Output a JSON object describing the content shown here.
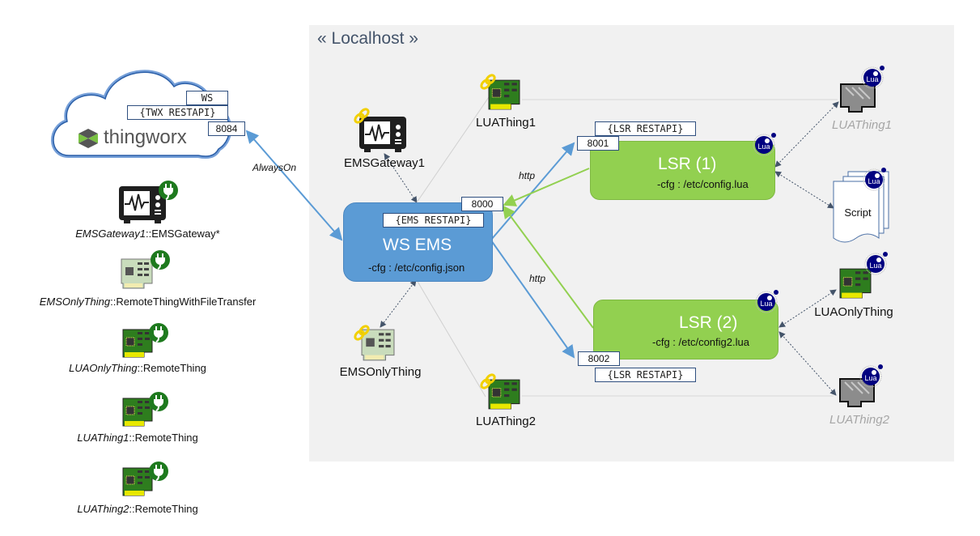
{
  "localhost": {
    "title": "« Localhost »"
  },
  "cloud": {
    "brand": "thingworx",
    "labels": {
      "ws": "WS",
      "restapi": "{TWX RESTAPI}",
      "port": "8084"
    }
  },
  "left_panel": {
    "items": [
      {
        "name_italic": "EMSGateway1",
        "type": "::EMSGateway*",
        "icon": "monitor-icon"
      },
      {
        "name_italic": "EMSOnlyThing",
        "type": "::RemoteThingWithFileTransfer",
        "icon": "circuit-board-light-icon"
      },
      {
        "name_italic": "LUAOnlyThing",
        "type": "::RemoteThing",
        "icon": "circuit-board-icon"
      },
      {
        "name_italic": "LUAThing1",
        "type": "::RemoteThing",
        "icon": "circuit-board-icon"
      },
      {
        "name_italic": "LUAThing2",
        "type": "::RemoteThing",
        "icon": "circuit-board-icon"
      }
    ]
  },
  "edges": {
    "always_on": "AlwaysOn",
    "http1": "http",
    "http2": "http"
  },
  "ems": {
    "title": "WS EMS",
    "cfg": "-cfg : /etc/config.json",
    "restapi": "{EMS RESTAPI}",
    "port": "8000"
  },
  "lsr1": {
    "title": "LSR (1)",
    "cfg": "-cfg : /etc/config.lua",
    "restapi": "{LSR RESTAPI}",
    "port": "8001"
  },
  "lsr2": {
    "title": "LSR (2)",
    "cfg": "-cfg : /etc/config2.lua",
    "restapi": "{LSR RESTAPI}",
    "port": "8002"
  },
  "local_things": {
    "ems_gateway": "EMSGateway1",
    "lua_thing1": "LUAThing1",
    "ems_only": "EMSOnlyThing",
    "lua_thing2": "LUAThing2"
  },
  "lua_side": {
    "lua_thing1": "LUAThing1",
    "script": "Script",
    "lua_only": "LUAOnlyThing",
    "lua_thing2": "LUAThing2",
    "badge_text": "Lua"
  },
  "colors": {
    "ems_blue": "#5b9bd5",
    "lsr_green": "#92d050",
    "lua_navy": "#000080",
    "board_green": "#2e7d1e"
  }
}
